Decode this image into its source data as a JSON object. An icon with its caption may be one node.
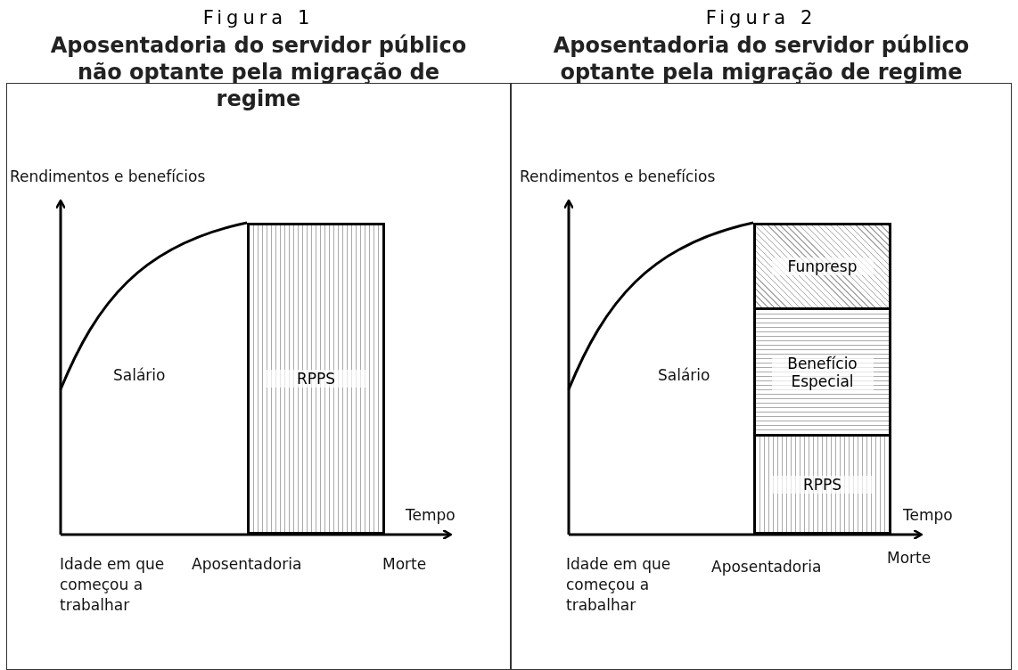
{
  "diagram": {
    "nodes": [
      {
        "text": [
          "Figura 1",
          "Aposentadoria do servidor público não optante pela migração de regime"
        ]
      },
      {
        "text": [
          "Figura 2",
          "Aposentadoria do servidor público optante pela migração de regime"
        ]
      },
      {
        "text": [
          "RPPS"
        ],
        "in": 0
      },
      {
        "text": [
          "Funpresp"
        ],
        "in": 1
      },
      {
        "text": [
          "Benefício Especial"
        ],
        "in": 1
      },
      {
        "text": [
          "RPPS"
        ],
        "in": 1
      }
    ],
    "labels": [
      "Rendimentos e benefícios",
      "Salário",
      "Tempo",
      "Idade em que começou a trabalhar",
      "Aposentadoria",
      "Morte",
      "Rendimentos e benefícios",
      "Salário",
      "Tempo",
      "Idade em que começou a trabalhar",
      "Aposentadoria",
      "Morte"
    ]
  }
}
